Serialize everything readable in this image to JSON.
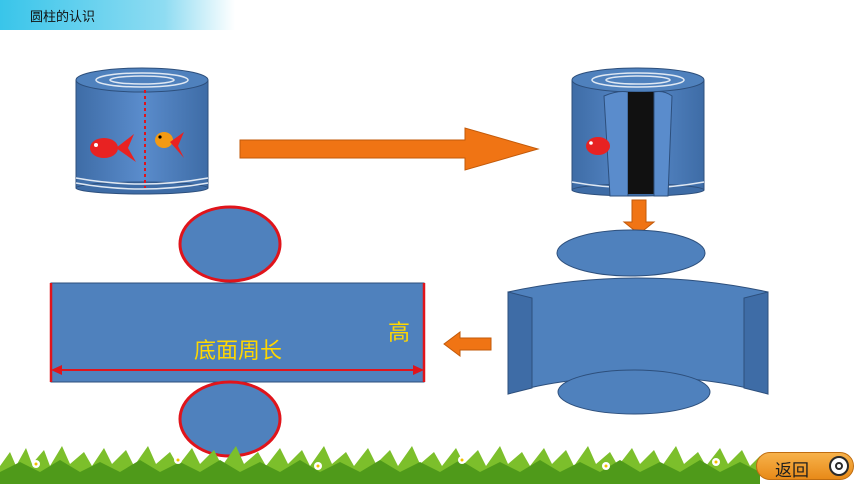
{
  "header": {
    "title": "圆柱的认识"
  },
  "labels": {
    "height": "高",
    "base_perimeter": "底面周长"
  },
  "nav": {
    "back_label": "返回"
  },
  "colors": {
    "cylinder_blue": "#4f81bd",
    "arrow_orange": "#f07414",
    "outline_red": "#e0141b"
  },
  "icons": {
    "back": "magnifier-circle-icon"
  }
}
